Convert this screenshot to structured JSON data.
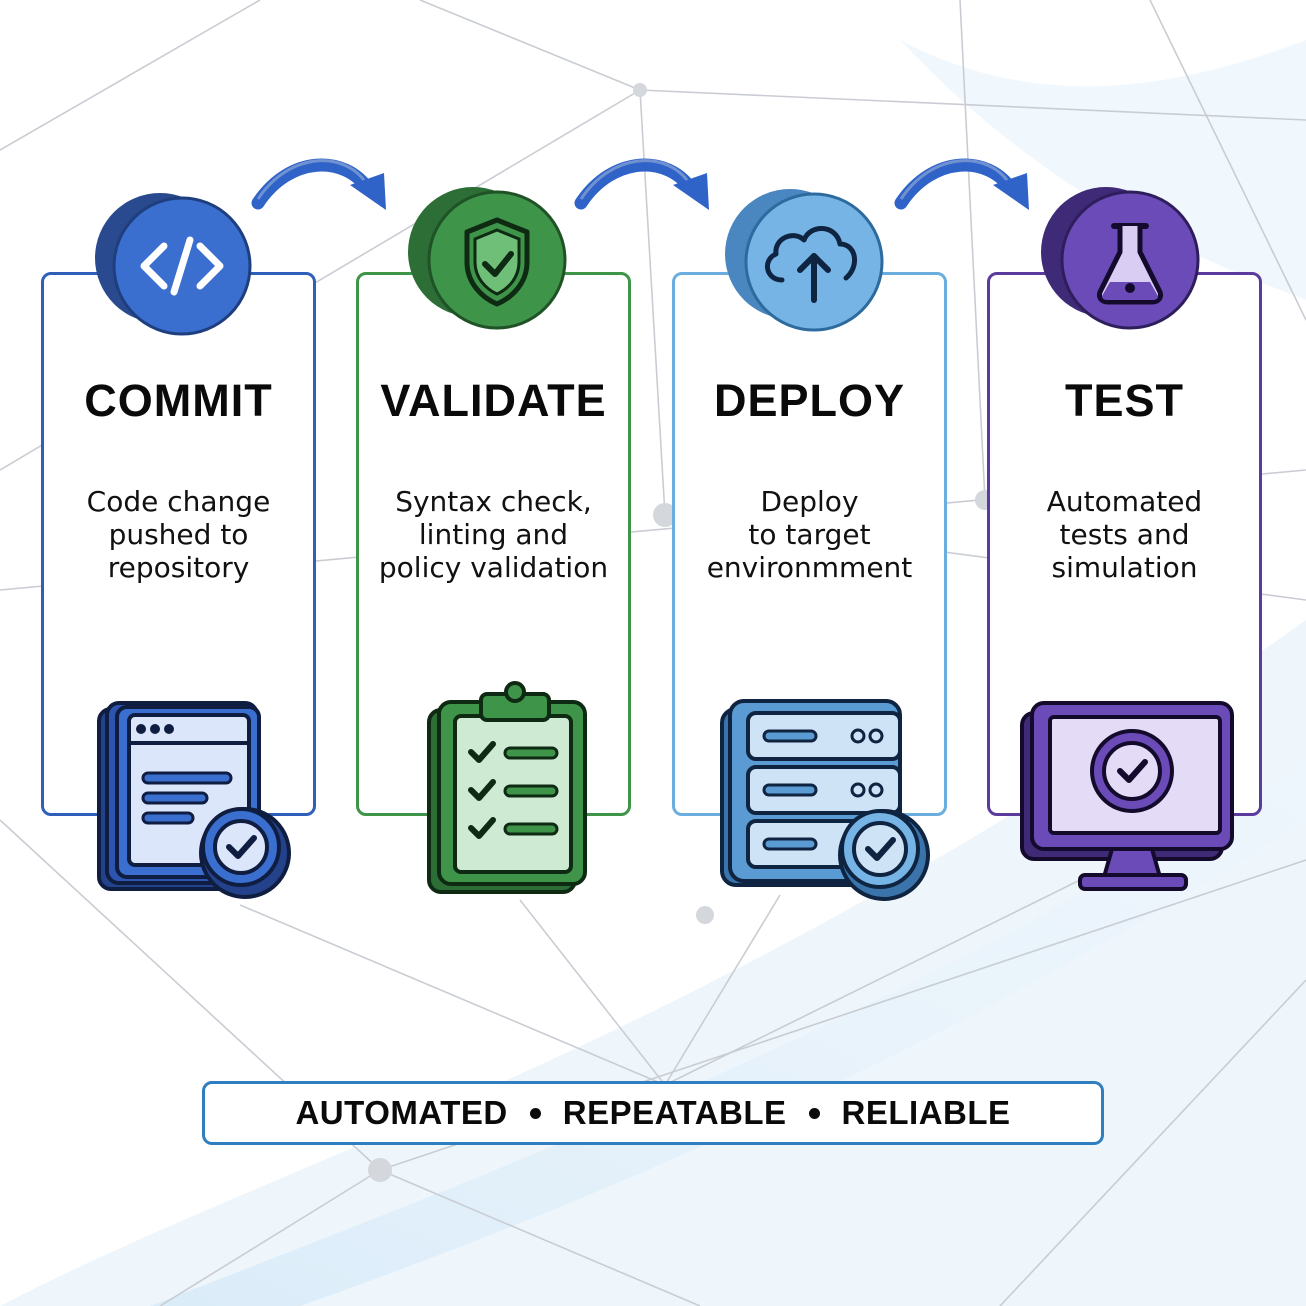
{
  "steps": [
    {
      "title": "COMMIT",
      "desc": [
        "Code change",
        "pushed to",
        "repository"
      ],
      "badge_icon": "code-icon",
      "illustration": "browser-window-check-icon",
      "color": "#2f5fb8"
    },
    {
      "title": "VALIDATE",
      "desc": [
        "Syntax check,",
        "linting and",
        "policy validation"
      ],
      "badge_icon": "shield-check-icon",
      "illustration": "clipboard-checklist-icon",
      "color": "#3e9448"
    },
    {
      "title": "DEPLOY",
      "desc": [
        "Deploy",
        "to target",
        "environmment"
      ],
      "badge_icon": "cloud-upload-icon",
      "illustration": "server-stack-check-icon",
      "color": "#6aaee0"
    },
    {
      "title": "TEST",
      "desc": [
        "Automated",
        "tests and",
        "simulation"
      ],
      "badge_icon": "flask-icon",
      "illustration": "monitor-check-icon",
      "color": "#5b3c9e"
    }
  ],
  "banner": {
    "items": [
      "AUTOMATED",
      "REPEATABLE",
      "RELIABLE"
    ],
    "separator_icon": "bullet-dot-icon"
  },
  "colors": {
    "arrow": "#2f63c8",
    "banner_border": "#2f7fc0"
  }
}
